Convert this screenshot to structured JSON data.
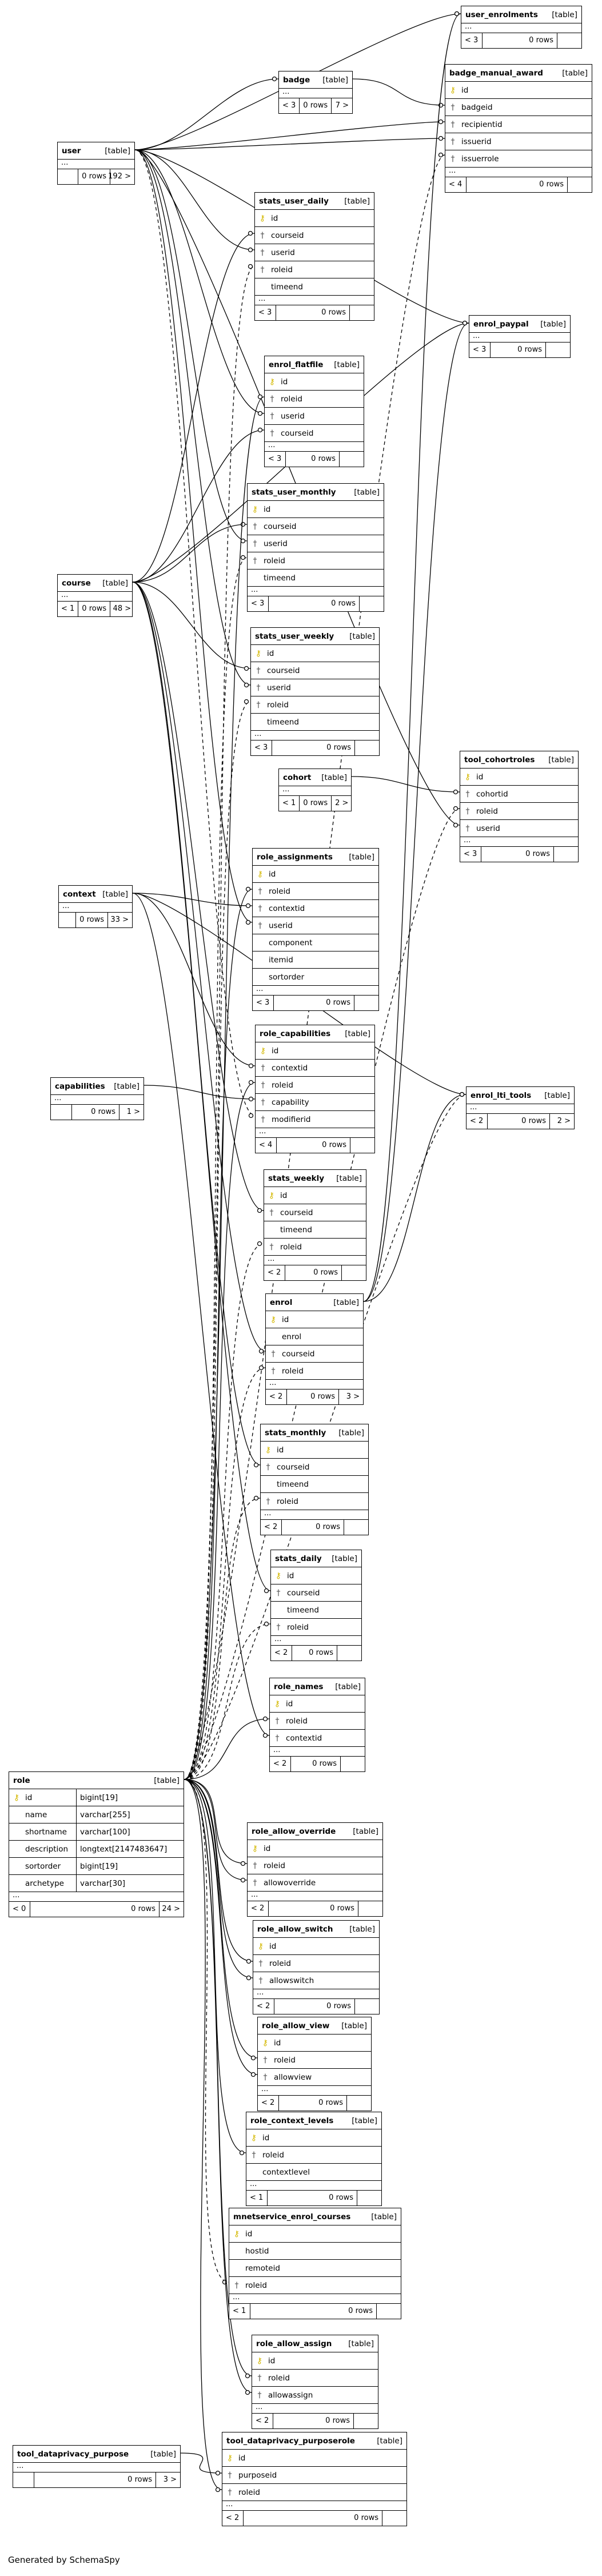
{
  "footer_text": "Generated by SchemaSpy",
  "table_kind_label": "[table]",
  "tables": {
    "user_enrolments": {
      "name": "user_enrolments",
      "columns": [],
      "parents": "< 3",
      "rows": "0 rows",
      "children": ""
    },
    "badge_manual_award": {
      "name": "badge_manual_award",
      "columns": [
        {
          "key": "pk",
          "name": "id"
        },
        {
          "key": "fk",
          "name": "badgeid"
        },
        {
          "key": "fk",
          "name": "recipientid"
        },
        {
          "key": "fk",
          "name": "issuerid"
        },
        {
          "key": "fk",
          "name": "issuerrole"
        }
      ],
      "parents": "< 4",
      "rows": "0 rows",
      "children": ""
    },
    "badge": {
      "name": "badge",
      "columns": [],
      "parents": "< 3",
      "rows": "0 rows",
      "children": "7 >"
    },
    "user": {
      "name": "user",
      "columns": [],
      "parents": "",
      "rows": "0 rows",
      "children": "192 >"
    },
    "stats_user_daily": {
      "name": "stats_user_daily",
      "columns": [
        {
          "key": "pk",
          "name": "id"
        },
        {
          "key": "fk",
          "name": "courseid"
        },
        {
          "key": "fk",
          "name": "userid"
        },
        {
          "key": "fk",
          "name": "roleid"
        },
        {
          "key": "",
          "name": "timeend"
        }
      ],
      "parents": "< 3",
      "rows": "0 rows",
      "children": ""
    },
    "enrol_paypal": {
      "name": "enrol_paypal",
      "columns": [],
      "parents": "< 3",
      "rows": "0 rows",
      "children": ""
    },
    "enrol_flatfile": {
      "name": "enrol_flatfile",
      "columns": [
        {
          "key": "pk",
          "name": "id"
        },
        {
          "key": "fk",
          "name": "roleid"
        },
        {
          "key": "fk",
          "name": "userid"
        },
        {
          "key": "fk",
          "name": "courseid"
        }
      ],
      "parents": "< 3",
      "rows": "0 rows",
      "children": ""
    },
    "stats_user_monthly": {
      "name": "stats_user_monthly",
      "columns": [
        {
          "key": "pk",
          "name": "id"
        },
        {
          "key": "fk",
          "name": "courseid"
        },
        {
          "key": "fk",
          "name": "userid"
        },
        {
          "key": "fk",
          "name": "roleid"
        },
        {
          "key": "",
          "name": "timeend"
        }
      ],
      "parents": "< 3",
      "rows": "0 rows",
      "children": ""
    },
    "course": {
      "name": "course",
      "columns": [],
      "parents": "< 1",
      "rows": "0 rows",
      "children": "48 >"
    },
    "stats_user_weekly": {
      "name": "stats_user_weekly",
      "columns": [
        {
          "key": "pk",
          "name": "id"
        },
        {
          "key": "fk",
          "name": "courseid"
        },
        {
          "key": "fk",
          "name": "userid"
        },
        {
          "key": "fk",
          "name": "roleid"
        },
        {
          "key": "",
          "name": "timeend"
        }
      ],
      "parents": "< 3",
      "rows": "0 rows",
      "children": ""
    },
    "cohort": {
      "name": "cohort",
      "columns": [],
      "parents": "< 1",
      "rows": "0 rows",
      "children": "2 >"
    },
    "tool_cohortroles": {
      "name": "tool_cohortroles",
      "columns": [
        {
          "key": "pk",
          "name": "id"
        },
        {
          "key": "fk",
          "name": "cohortid"
        },
        {
          "key": "fk",
          "name": "roleid"
        },
        {
          "key": "fk",
          "name": "userid"
        }
      ],
      "parents": "< 3",
      "rows": "0 rows",
      "children": ""
    },
    "context": {
      "name": "context",
      "columns": [],
      "parents": "",
      "rows": "0 rows",
      "children": "33 >"
    },
    "role_assignments": {
      "name": "role_assignments",
      "columns": [
        {
          "key": "pk",
          "name": "id"
        },
        {
          "key": "fk",
          "name": "roleid"
        },
        {
          "key": "fk",
          "name": "contextid"
        },
        {
          "key": "fk",
          "name": "userid"
        },
        {
          "key": "",
          "name": "component"
        },
        {
          "key": "",
          "name": "itemid"
        },
        {
          "key": "",
          "name": "sortorder"
        }
      ],
      "parents": "< 3",
      "rows": "0 rows",
      "children": ""
    },
    "capabilities": {
      "name": "capabilities",
      "columns": [],
      "parents": "",
      "rows": "0 rows",
      "children": "1 >"
    },
    "role_capabilities": {
      "name": "role_capabilities",
      "columns": [
        {
          "key": "pk",
          "name": "id"
        },
        {
          "key": "fk",
          "name": "contextid"
        },
        {
          "key": "fk",
          "name": "roleid"
        },
        {
          "key": "fk",
          "name": "capability"
        },
        {
          "key": "fk",
          "name": "modifierid"
        }
      ],
      "parents": "< 4",
      "rows": "0 rows",
      "children": ""
    },
    "enrol_lti_tools": {
      "name": "enrol_lti_tools",
      "columns": [],
      "parents": "< 2",
      "rows": "0 rows",
      "children": "2 >"
    },
    "stats_weekly": {
      "name": "stats_weekly",
      "columns": [
        {
          "key": "pk",
          "name": "id"
        },
        {
          "key": "fk",
          "name": "courseid"
        },
        {
          "key": "",
          "name": "timeend"
        },
        {
          "key": "fk",
          "name": "roleid"
        }
      ],
      "parents": "< 2",
      "rows": "0 rows",
      "children": ""
    },
    "enrol": {
      "name": "enrol",
      "columns": [
        {
          "key": "pk",
          "name": "id"
        },
        {
          "key": "",
          "name": "enrol"
        },
        {
          "key": "fk",
          "name": "courseid"
        },
        {
          "key": "fk",
          "name": "roleid"
        }
      ],
      "parents": "< 2",
      "rows": "0 rows",
      "children": "3 >"
    },
    "stats_monthly": {
      "name": "stats_monthly",
      "columns": [
        {
          "key": "pk",
          "name": "id"
        },
        {
          "key": "fk",
          "name": "courseid"
        },
        {
          "key": "",
          "name": "timeend"
        },
        {
          "key": "fk",
          "name": "roleid"
        }
      ],
      "parents": "< 2",
      "rows": "0 rows",
      "children": ""
    },
    "stats_daily": {
      "name": "stats_daily",
      "columns": [
        {
          "key": "pk",
          "name": "id"
        },
        {
          "key": "fk",
          "name": "courseid"
        },
        {
          "key": "",
          "name": "timeend"
        },
        {
          "key": "fk",
          "name": "roleid"
        }
      ],
      "parents": "< 2",
      "rows": "0 rows",
      "children": ""
    },
    "role_names": {
      "name": "role_names",
      "columns": [
        {
          "key": "pk",
          "name": "id"
        },
        {
          "key": "fk",
          "name": "roleid"
        },
        {
          "key": "fk",
          "name": "contextid"
        }
      ],
      "parents": "< 2",
      "rows": "0 rows",
      "children": ""
    },
    "role": {
      "name": "role",
      "columns": [
        {
          "key": "pk",
          "name": "id",
          "type": "bigint[19]"
        },
        {
          "key": "",
          "name": "name",
          "type": "varchar[255]"
        },
        {
          "key": "",
          "name": "shortname",
          "type": "varchar[100]"
        },
        {
          "key": "",
          "name": "description",
          "type": "longtext[2147483647]"
        },
        {
          "key": "",
          "name": "sortorder",
          "type": "bigint[19]"
        },
        {
          "key": "",
          "name": "archetype",
          "type": "varchar[30]"
        }
      ],
      "parents": "< 0",
      "rows": "0 rows",
      "children": "24 >"
    },
    "role_allow_override": {
      "name": "role_allow_override",
      "columns": [
        {
          "key": "pk",
          "name": "id"
        },
        {
          "key": "fk",
          "name": "roleid"
        },
        {
          "key": "fk",
          "name": "allowoverride"
        }
      ],
      "parents": "< 2",
      "rows": "0 rows",
      "children": ""
    },
    "role_allow_switch": {
      "name": "role_allow_switch",
      "columns": [
        {
          "key": "pk",
          "name": "id"
        },
        {
          "key": "fk",
          "name": "roleid"
        },
        {
          "key": "fk",
          "name": "allowswitch"
        }
      ],
      "parents": "< 2",
      "rows": "0 rows",
      "children": ""
    },
    "role_allow_view": {
      "name": "role_allow_view",
      "columns": [
        {
          "key": "pk",
          "name": "id"
        },
        {
          "key": "fk",
          "name": "roleid"
        },
        {
          "key": "fk",
          "name": "allowview"
        }
      ],
      "parents": "< 2",
      "rows": "0 rows",
      "children": ""
    },
    "role_context_levels": {
      "name": "role_context_levels",
      "columns": [
        {
          "key": "pk",
          "name": "id"
        },
        {
          "key": "fk",
          "name": "roleid"
        },
        {
          "key": "",
          "name": "contextlevel"
        }
      ],
      "parents": "< 1",
      "rows": "0 rows",
      "children": ""
    },
    "mnetservice_enrol_courses": {
      "name": "mnetservice_enrol_courses",
      "columns": [
        {
          "key": "pk",
          "name": "id"
        },
        {
          "key": "",
          "name": "hostid"
        },
        {
          "key": "",
          "name": "remoteid"
        },
        {
          "key": "fk",
          "name": "roleid"
        }
      ],
      "parents": "< 1",
      "rows": "0 rows",
      "children": ""
    },
    "role_allow_assign": {
      "name": "role_allow_assign",
      "columns": [
        {
          "key": "pk",
          "name": "id"
        },
        {
          "key": "fk",
          "name": "roleid"
        },
        {
          "key": "fk",
          "name": "allowassign"
        }
      ],
      "parents": "< 2",
      "rows": "0 rows",
      "children": ""
    },
    "tool_dataprivacy_purpose": {
      "name": "tool_dataprivacy_purpose",
      "columns": [],
      "parents": "",
      "rows": "0 rows",
      "children": "3 >"
    },
    "tool_dataprivacy_purposerole": {
      "name": "tool_dataprivacy_purposerole",
      "columns": [
        {
          "key": "pk",
          "name": "id"
        },
        {
          "key": "fk",
          "name": "purposeid"
        },
        {
          "key": "fk",
          "name": "roleid"
        }
      ],
      "parents": "< 2",
      "rows": "0 rows",
      "children": ""
    }
  }
}
